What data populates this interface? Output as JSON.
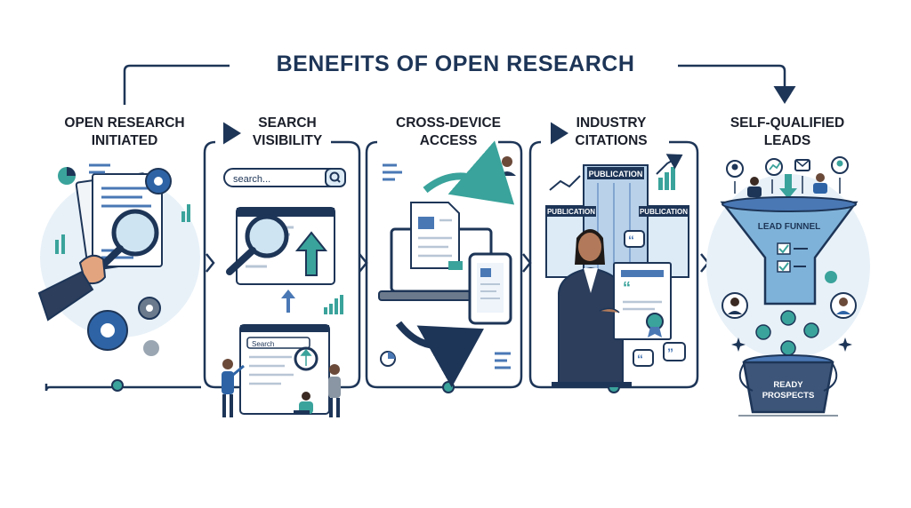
{
  "title": "BENEFITS OF OPEN RESEARCH",
  "steps": [
    {
      "line1": "OPEN RESEARCH",
      "line2": "INITIATED"
    },
    {
      "line1": "SEARCH",
      "line2": "VISIBILITY"
    },
    {
      "line1": "CROSS-DEVICE",
      "line2": "ACCESS"
    },
    {
      "line1": "INDUSTRY",
      "line2": "CITATIONS"
    },
    {
      "line1": "SELF-QUALIFIED",
      "line2": "LEADS"
    }
  ],
  "search_bar_text": "search...",
  "search_page_text": "Search",
  "publication_sign": "PUBLICATION",
  "funnel_label": "LEAD FUNNEL",
  "bucket_label_line1": "READY",
  "bucket_label_line2": "PROSPECTS",
  "colors": {
    "navy": "#1d3557",
    "teal": "#3aa39b",
    "light_blue": "#dcebf6",
    "mid_blue": "#4a78b5",
    "gray": "#8a96a3"
  }
}
